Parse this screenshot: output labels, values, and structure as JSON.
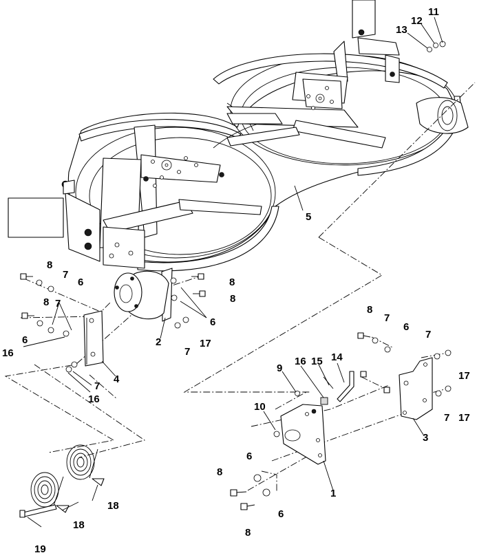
{
  "callouts": {
    "c1": "1",
    "c2": "2",
    "c3": "3",
    "c4": "4",
    "c5": "5",
    "c6a": "6",
    "c6b": "6",
    "c6c": "6",
    "c6d": "6",
    "c6e": "6",
    "c6f": "6",
    "c7a": "7",
    "c7b": "7",
    "c7c": "7",
    "c7d": "7",
    "c7e": "7",
    "c7f": "7",
    "c7g": "7",
    "c8a": "8",
    "c8b": "8",
    "c8c": "8",
    "c8d": "8",
    "c8e": "8",
    "c8f": "8",
    "c8g": "8",
    "c9": "9",
    "c10": "10",
    "c11": "11",
    "c12": "12",
    "c13": "13",
    "c14": "14",
    "c15": "15",
    "c16a": "16",
    "c16b": "16",
    "c16c": "16",
    "c17a": "17",
    "c17b": "17",
    "c17c": "17",
    "c18a": "18",
    "c18b": "18",
    "c19": "19"
  }
}
